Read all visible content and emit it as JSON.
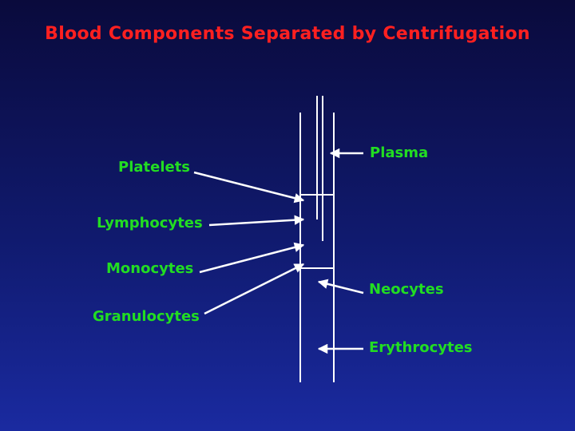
{
  "title": "Blood Components Separated by Centrifugation",
  "labels": {
    "plasma": "Plasma",
    "platelets": "Platelets",
    "lymphocytes": "Lymphocytes",
    "monocytes": "Monocytes",
    "granulocytes": "Granulocytes",
    "neocytes": "Neocytes",
    "erythrocytes": "Erythrocytes"
  },
  "colors": {
    "title": "#ff2020",
    "labels": "#22dd22",
    "lines": "#ffffff"
  }
}
